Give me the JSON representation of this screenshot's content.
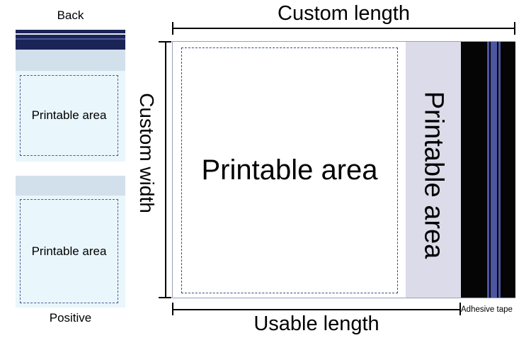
{
  "left_panel": {
    "back_label": "Back",
    "back_printable": "Printable area",
    "positive_label": "Positive",
    "positive_printable": "Printable area"
  },
  "main_diagram": {
    "custom_length": "Custom length",
    "custom_width": "Custom width",
    "usable_length": "Usable length",
    "printable_area": "Printable area",
    "flap_printable_area": "Printable area",
    "adhesive_tape": "Adhesive tape"
  },
  "colors": {
    "stripe_navy": "#1a2456",
    "bag_fill": "#e9f6fc",
    "flap_band": "#d2e0ec",
    "flap_lavender": "#dcdbe9",
    "tape_black": "#050505",
    "tape_stripe_blue": "#4d56a0"
  }
}
